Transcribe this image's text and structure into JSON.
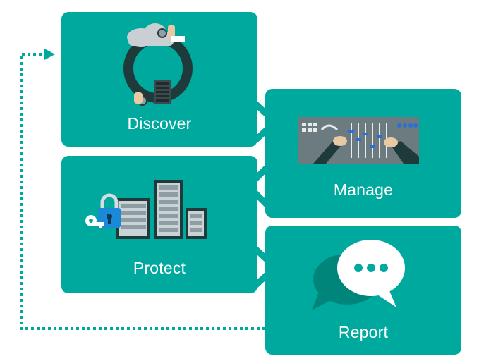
{
  "steps": {
    "discover": "Discover",
    "manage": "Manage",
    "protect": "Protect",
    "report": "Report"
  },
  "icons": {
    "discover": "cloud-server-discovery-icon",
    "manage": "control-panel-sliders-icon",
    "protect": "lock-key-servers-icon",
    "report": "speech-bubbles-icon"
  },
  "colors": {
    "card": "#00a99d",
    "card_dark": "#00857b",
    "arrow": "#00a99d",
    "text": "#ffffff"
  }
}
